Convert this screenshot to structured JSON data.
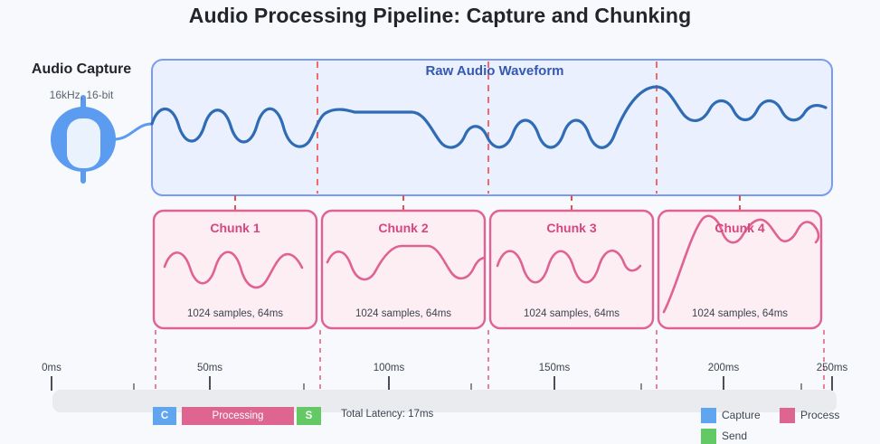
{
  "title": "Audio Processing Pipeline: Capture and Chunking",
  "capture": {
    "title": "Audio Capture",
    "subtitle": "16kHz, 16-bit",
    "icon": "microphone-icon"
  },
  "waveform": {
    "label": "Raw Audio Waveform",
    "stroke_color": "#2f6cb5",
    "fill_color": "#eaf0fd",
    "border_color": "#7b9bf0",
    "divider_color": "#f06b6b"
  },
  "chunks": [
    {
      "title": "Chunk 1",
      "detail": "1024 samples, 64ms"
    },
    {
      "title": "Chunk 2",
      "detail": "1024 samples, 64ms"
    },
    {
      "title": "Chunk 3",
      "detail": "1024 samples, 64ms"
    },
    {
      "title": "Chunk 4",
      "detail": "1024 samples, 64ms"
    }
  ],
  "chunk_style": {
    "border_color": "#e06292",
    "fill_color": "#fdeef3",
    "title_color": "#d6467f"
  },
  "timeline": {
    "ticks": [
      "0ms",
      "50ms",
      "100ms",
      "150ms",
      "200ms",
      "250ms"
    ],
    "track_color": "#e9ebef"
  },
  "statusbar": {
    "segments": [
      {
        "label": "C",
        "color": "#60a5f0"
      },
      {
        "label": "Processing",
        "color": "#dd6590"
      },
      {
        "label": "S",
        "color": "#63c964"
      }
    ],
    "latency": "Total Latency: 17ms"
  },
  "legend": [
    {
      "label": "Capture",
      "color": "#60a5f0"
    },
    {
      "label": "Process",
      "color": "#dd6590"
    },
    {
      "label": "Send",
      "color": "#63c964"
    }
  ],
  "chart_data": {
    "type": "line",
    "title": "Audio Processing Pipeline: Capture and Chunking",
    "xlabel": "",
    "ylabel": "",
    "xlim": [
      0,
      250
    ],
    "x_tick_values": [
      0,
      50,
      100,
      150,
      200,
      250
    ],
    "x_tick_labels": [
      "0ms",
      "50ms",
      "100ms",
      "150ms",
      "200ms",
      "250ms"
    ],
    "grid": false,
    "legend_position": "bottom-right",
    "series": [
      {
        "name": "Raw Audio Waveform",
        "color": "#2f6cb5",
        "note": "continuous amplitude trace across 0-250ms, segmented by 4 chunk boundaries"
      }
    ],
    "chunk_boundaries_ms": [
      0,
      64,
      128,
      192,
      250
    ],
    "chunk_samples": 1024,
    "chunk_duration_ms": 64,
    "sample_rate": "16kHz",
    "bit_depth": "16-bit",
    "total_latency_ms": 17,
    "legend_entries": [
      "Capture",
      "Process",
      "Send"
    ]
  }
}
